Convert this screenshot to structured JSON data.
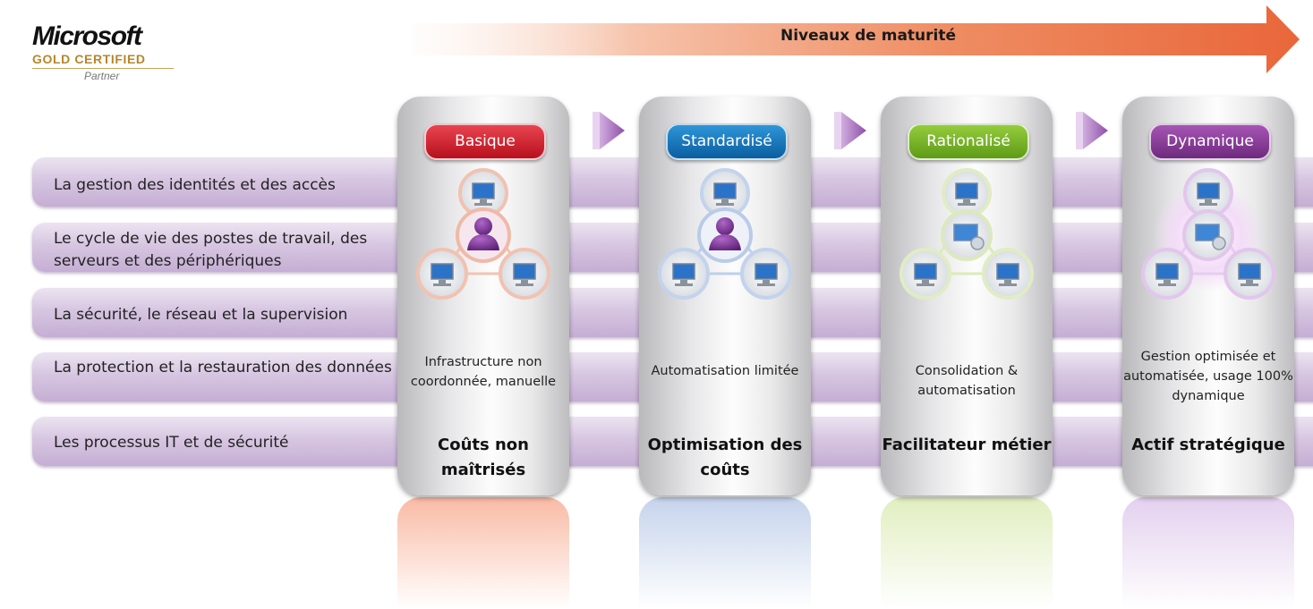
{
  "logo": {
    "brand": "Microsoft",
    "certification": "GOLD CERTIFIED",
    "partner": "Partner"
  },
  "header": {
    "maturity_label": "Niveaux de maturité",
    "arrow_color_start": "#fbe7dd",
    "arrow_color_end": "#ec6b3e"
  },
  "rows": [
    {
      "label": "La gestion des identités et des accès"
    },
    {
      "label": "Le cycle de vie des postes de travail, des serveurs et des périphériques"
    },
    {
      "label": "La sécurité, le réseau et la supervision"
    },
    {
      "label": "La protection et la restauration des données"
    },
    {
      "label": "Les processus IT et de sécurité"
    }
  ],
  "levels": [
    {
      "name": "Basique",
      "color": "#d21f2e",
      "description": "Infrastructure non coordonnée, manuelle",
      "result": "Coûts non maîtrisés"
    },
    {
      "name": "Standardisé",
      "color": "#1277bd",
      "description": "Automatisation limitée",
      "result": "Optimisation des coûts"
    },
    {
      "name": "Rationalisé",
      "color": "#7ab629",
      "description": "Consolidation & automatisation",
      "result": "Facilitateur métier"
    },
    {
      "name": "Dynamique",
      "color": "#8e3f97",
      "description": "Gestion optimisée et automatisée, usage 100% dynamique",
      "result": "Actif stratégique"
    }
  ]
}
